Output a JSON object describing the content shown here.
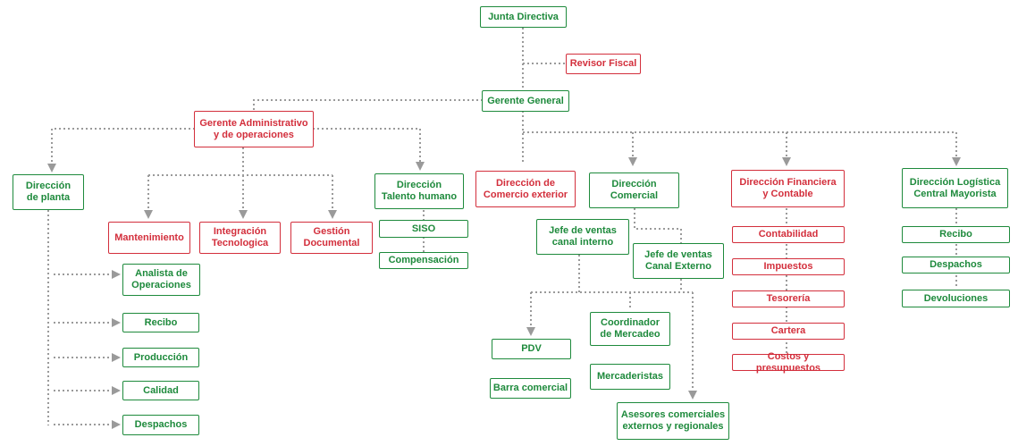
{
  "colors": {
    "green": "#1e8a3c",
    "red": "#d32f3c",
    "connector": "#9a9a9a"
  },
  "nodes": {
    "junta_directiva": "Junta Directiva",
    "revisor_fiscal": "Revisor Fiscal",
    "gerente_general": "Gerente General",
    "gerente_administrativo": "Gerente Administrativo\ny de operaciones",
    "direccion_planta": "Dirección\nde planta",
    "mantenimiento": "Mantenimiento",
    "integracion_tecnologica": "Integración\nTecnologica",
    "gestion_documental": "Gestión\nDocumental",
    "direccion_talento": "Dirección\nTalento humano",
    "siso": "SISO",
    "compensacion": "Compensación",
    "direccion_comercio_exterior": "Dirección de\nComercio exterior",
    "direccion_comercial": "Dirección\nComercial",
    "jefe_ventas_interno": "Jefe de ventas\ncanal interno",
    "jefe_ventas_externo": "Jefe de ventas\nCanal Externo",
    "pdv": "PDV",
    "barra_comercial": "Barra comercial",
    "coordinador_mercadeo": "Coordinador\nde Mercadeo",
    "mercaderistas": "Mercaderistas",
    "asesores_comerciales": "Asesores comerciales\nexternos y regionales",
    "direccion_financiera": "Dirección Financiera\ny Contable",
    "contabilidad": "Contabilidad",
    "impuestos": "Impuestos",
    "tesoreria": "Tesorería",
    "cartera": "Cartera",
    "costos_presupuestos": "Costos y presupuestos",
    "direccion_logistica": "Dirección Logística\nCentral Mayorista",
    "log_recibo": "Recibo",
    "log_despachos": "Despachos",
    "log_devoluciones": "Devoluciones",
    "analista_operaciones": "Analista de\nOperaciones",
    "planta_recibo": "Recibo",
    "planta_produccion": "Producción",
    "planta_calidad": "Calidad",
    "planta_despachos": "Despachos"
  }
}
